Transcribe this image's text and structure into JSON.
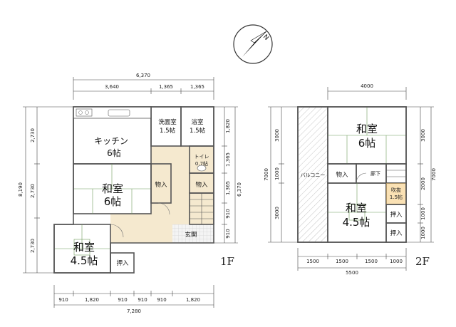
{
  "compass": {
    "north_label": "N"
  },
  "floor1": {
    "floor_label": "1F",
    "rooms": {
      "kitchen": {
        "name": "キッチン",
        "size": "6帖"
      },
      "washroom": {
        "name": "洗面室",
        "size": "1.5帖"
      },
      "bath": {
        "name": "浴室",
        "size": "1.5帖"
      },
      "toilet": {
        "name": "トイレ",
        "size": "0.7帖"
      },
      "washitsu_6": {
        "name": "和室",
        "size": "6帖"
      },
      "washitsu_45": {
        "name": "和室",
        "size": "4.5帖"
      },
      "storage_a": "物入",
      "storage_b": "物入",
      "closet": "押入",
      "entrance": "玄関"
    },
    "dims": {
      "top_total": "6,370",
      "top_segments": [
        "3,640",
        "1,365",
        "1,365"
      ],
      "left_total": "8,190",
      "left_segments": [
        "2,730",
        "2,730",
        "2,730"
      ],
      "right_total": "6,370",
      "right_segments": [
        "1,820",
        "1,365",
        "1,365",
        "910",
        "910"
      ],
      "bottom_total": "7,280",
      "bottom_segments": [
        "910",
        "1,820",
        "910",
        "910",
        "910",
        "1,820"
      ]
    }
  },
  "floor2": {
    "floor_label": "2F",
    "rooms": {
      "washitsu_6": {
        "name": "和室",
        "size": "6帖"
      },
      "washitsu_45": {
        "name": "和室",
        "size": "4.5帖"
      },
      "balcony": "バルコニー",
      "storage": "物入",
      "hallway": "廊下",
      "fukinuke": "吹抜",
      "fukinuke_size": "1.5帖",
      "closet_a": "押入",
      "closet_b": "押入"
    },
    "dims": {
      "top_total": "4000",
      "left_total": "7000",
      "left_segments": [
        "3000",
        "1000",
        "3000"
      ],
      "right_total": "7000",
      "right_segments": [
        "3000",
        "2000",
        "1000",
        "1000"
      ],
      "bottom_total": "5500",
      "bottom_segments": [
        "1500",
        "1500",
        "1500",
        "1000"
      ]
    }
  },
  "colors": {
    "kitchen": "#f7c6d0",
    "washroom": "#bfe6ef",
    "tatami": "#a8d68e",
    "wood": "#f5e9cf",
    "balcony": "#d3d3d3",
    "stairs": "#f5c36a"
  }
}
